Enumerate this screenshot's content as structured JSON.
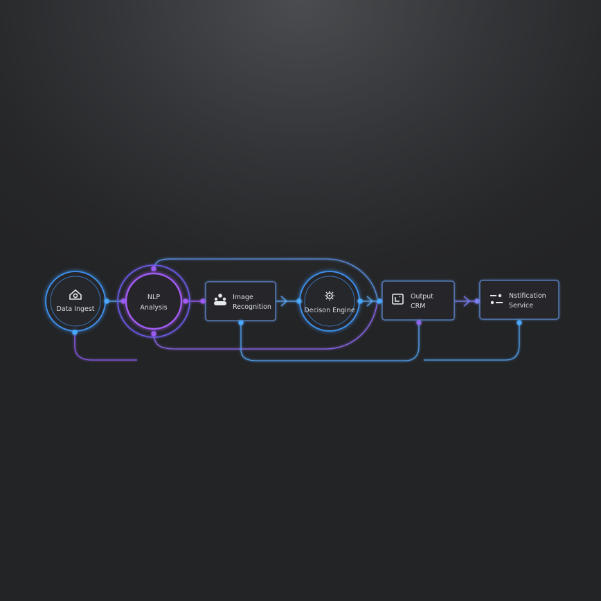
{
  "nodes": {
    "data_ingest": {
      "label": "Data Ingest",
      "icon": "home-icon"
    },
    "nlp": {
      "line1": "NLP",
      "line2": "Analysis"
    },
    "image": {
      "line1": "Image",
      "line2": "Recognition",
      "icon": "users-icon"
    },
    "decision": {
      "label": "Decison Engine",
      "icon": "gear-icon"
    },
    "output": {
      "line1": "Output",
      "line2": "CRM",
      "icon": "crm-icon"
    },
    "notification": {
      "line1": "Nstification",
      "line2": "Service",
      "icon": "toggle-icon"
    }
  },
  "colors": {
    "blue": "#4aa8ff",
    "purple": "#9b5cf6",
    "box_stroke": "#5a86c8",
    "text": "#d9dde3"
  }
}
